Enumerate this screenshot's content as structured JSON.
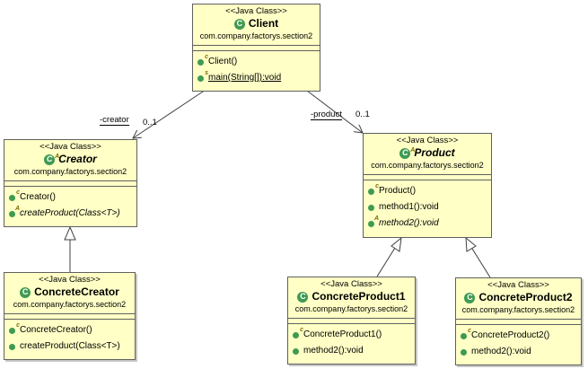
{
  "stereotype": "<<Java Class>>",
  "classes": {
    "client": {
      "name": "Client",
      "package": "com.company.factorys.section2",
      "methods": [
        {
          "label": "Client()",
          "badge": "c"
        },
        {
          "label": "main(String[]):void",
          "badge": "s"
        }
      ]
    },
    "creator": {
      "name": "Creator",
      "package": "com.company.factorys.section2",
      "methods": [
        {
          "label": "Creator()",
          "badge": "c"
        },
        {
          "label": "createProduct(Class<T>)",
          "badge": "A"
        }
      ]
    },
    "product": {
      "name": "Product",
      "package": "com.company.factorys.section2",
      "methods": [
        {
          "label": "Product()",
          "badge": "c"
        },
        {
          "label": "method1():void",
          "badge": ""
        },
        {
          "label": "method2():void",
          "badge": "A"
        }
      ]
    },
    "concrete_creator": {
      "name": "ConcreteCreator",
      "package": "com.company.factorys.section2",
      "methods": [
        {
          "label": "ConcreteCreator()",
          "badge": "c"
        },
        {
          "label": "createProduct(Class<T>)",
          "badge": ""
        }
      ]
    },
    "concrete_product1": {
      "name": "ConcreteProduct1",
      "package": "com.company.factorys.section2",
      "methods": [
        {
          "label": "ConcreteProduct1()",
          "badge": "c"
        },
        {
          "label": "method2():void",
          "badge": ""
        }
      ]
    },
    "concrete_product2": {
      "name": "ConcreteProduct2",
      "package": "com.company.factorys.section2",
      "methods": [
        {
          "label": "ConcreteProduct2()",
          "badge": "c"
        },
        {
          "label": "method2():void",
          "badge": ""
        }
      ]
    }
  },
  "associations": {
    "creator": {
      "role": "-creator",
      "multiplicity": "0..1"
    },
    "product": {
      "role": "-product",
      "multiplicity": "0..1"
    }
  },
  "colors": {
    "box_fill": "#ffffc6",
    "box_border": "#606060",
    "icon_green": "#3f9a52",
    "line": "#404040"
  }
}
